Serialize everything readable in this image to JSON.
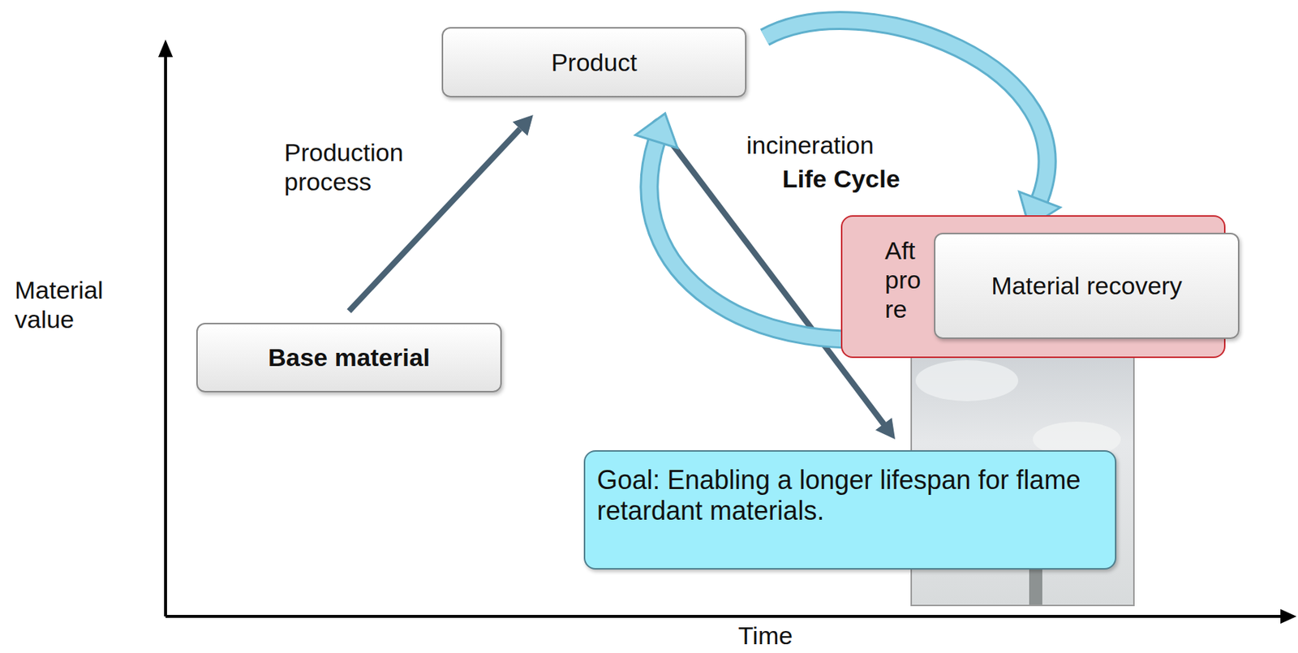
{
  "diagram": {
    "nodes": [
      {
        "text": [
          "Product"
        ]
      },
      {
        "text": [
          "Base material"
        ]
      },
      {
        "text": [
          "Aft pro re"
        ]
      },
      {
        "text": [
          "Material recovery"
        ]
      },
      {
        "text": [
          "Goal: Enabling a longer lifespan for flame retardant materials."
        ]
      }
    ],
    "edges": [
      {
        "from": 1,
        "to": 0,
        "arrow": "to"
      },
      {
        "from": 0,
        "to": 3,
        "arrow": "to"
      },
      {
        "from": 3,
        "to": 0,
        "arrow": "to"
      }
    ],
    "labels": [
      "Material value",
      "Production process",
      "incineration",
      "Life Cycle",
      "Time"
    ]
  }
}
